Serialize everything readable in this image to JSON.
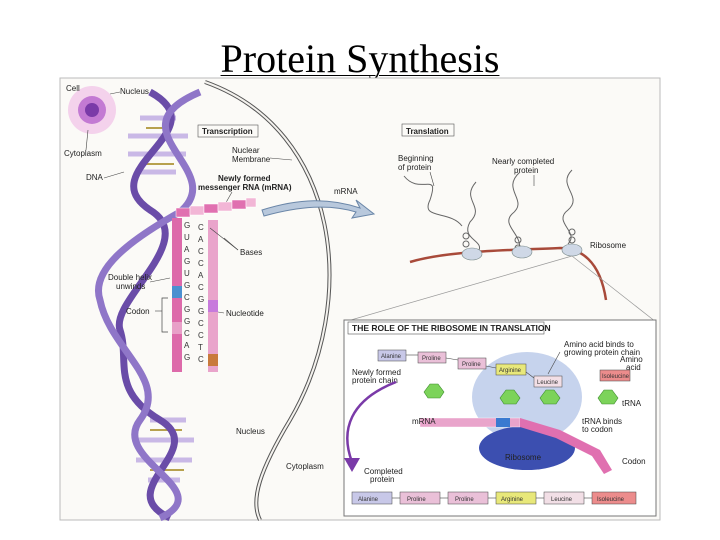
{
  "slide": {
    "title": "Protein Synthesis"
  },
  "labels": {
    "cell": "Cell",
    "nucleus_top": "Nucleus",
    "cytoplasm_top": "Cytoplasm",
    "dna": "DNA",
    "transcription": "Transcription",
    "nuclear_membrane_1": "Nuclear",
    "nuclear_membrane_2": "Membrane",
    "mrna_new_1": "Newly formed",
    "mrna_new_2": "messenger RNA (mRNA)",
    "bases": "Bases",
    "double_helix_1": "Double helix",
    "double_helix_2": "unwinds",
    "codon": "Codon",
    "nucleotide": "Nucleotide",
    "nucleus_bottom": "Nucleus",
    "cytoplasm_bottom": "Cytoplasm",
    "mrna_mid": "mRNA",
    "translation": "Translation",
    "beginning_1": "Beginning",
    "beginning_2": "of protein",
    "nearly_1": "Nearly completed",
    "nearly_2": "protein",
    "ribosome_top": "Ribosome"
  },
  "left_strand_bases": [
    "G",
    "U",
    "A",
    "G",
    "U",
    "G",
    "C",
    "G",
    "G",
    "C",
    "A",
    "G"
  ],
  "right_strand_bases": [
    "C",
    "A",
    "C",
    "C",
    "A",
    "C",
    "G",
    "G",
    "C",
    "C",
    "T",
    "C"
  ],
  "inset": {
    "title": "THE ROLE OF THE RIBOSOME IN TRANSLATION",
    "amino_binds_1": "Amino acid binds to",
    "amino_binds_2": "growing protein chain",
    "amino_acid_1": "Amino",
    "amino_acid_2": "acid",
    "newly_formed_1": "Newly formed",
    "newly_formed_2": "protein chain",
    "trna": "tRNA",
    "mrna": "mRNA",
    "trna_binds_1": "tRNA binds",
    "trna_binds_2": "to codon",
    "ribosome": "Ribosome",
    "codon": "Codon",
    "completed_1": "Completed",
    "completed_2": "protein",
    "chain_top": [
      "Alanine",
      "Proline",
      "Proline",
      "Arginine",
      "Leucine"
    ],
    "free_amino": "Isoleucine",
    "completed_chain": [
      "Alanine",
      "Proline",
      "Proline",
      "Arginine",
      "Leucine",
      "Isoleucine"
    ]
  }
}
